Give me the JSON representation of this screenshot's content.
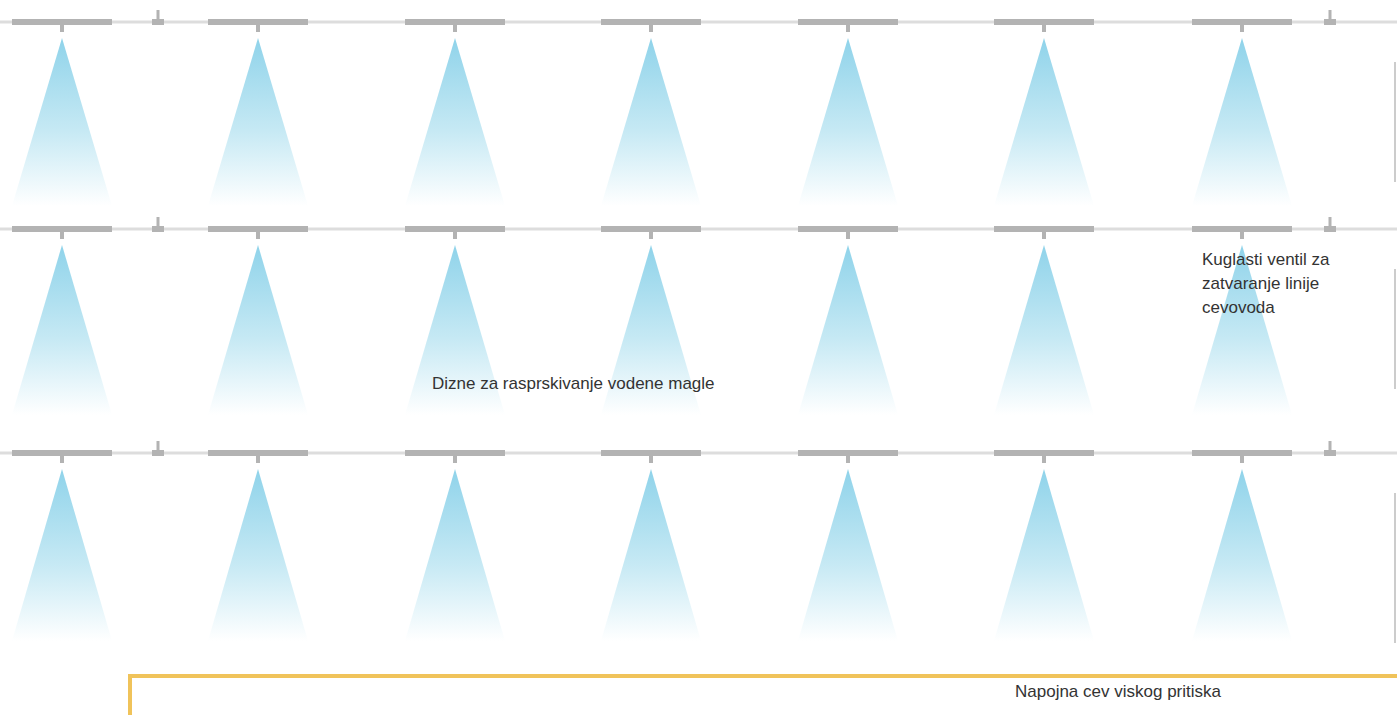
{
  "diagram": {
    "labels": [
      "Kuglasti ventil za zatvaranje linije cevovoda",
      "Dizne za rasprskivanje vodene magle",
      "Napojna cev viskog pritiska"
    ]
  }
}
